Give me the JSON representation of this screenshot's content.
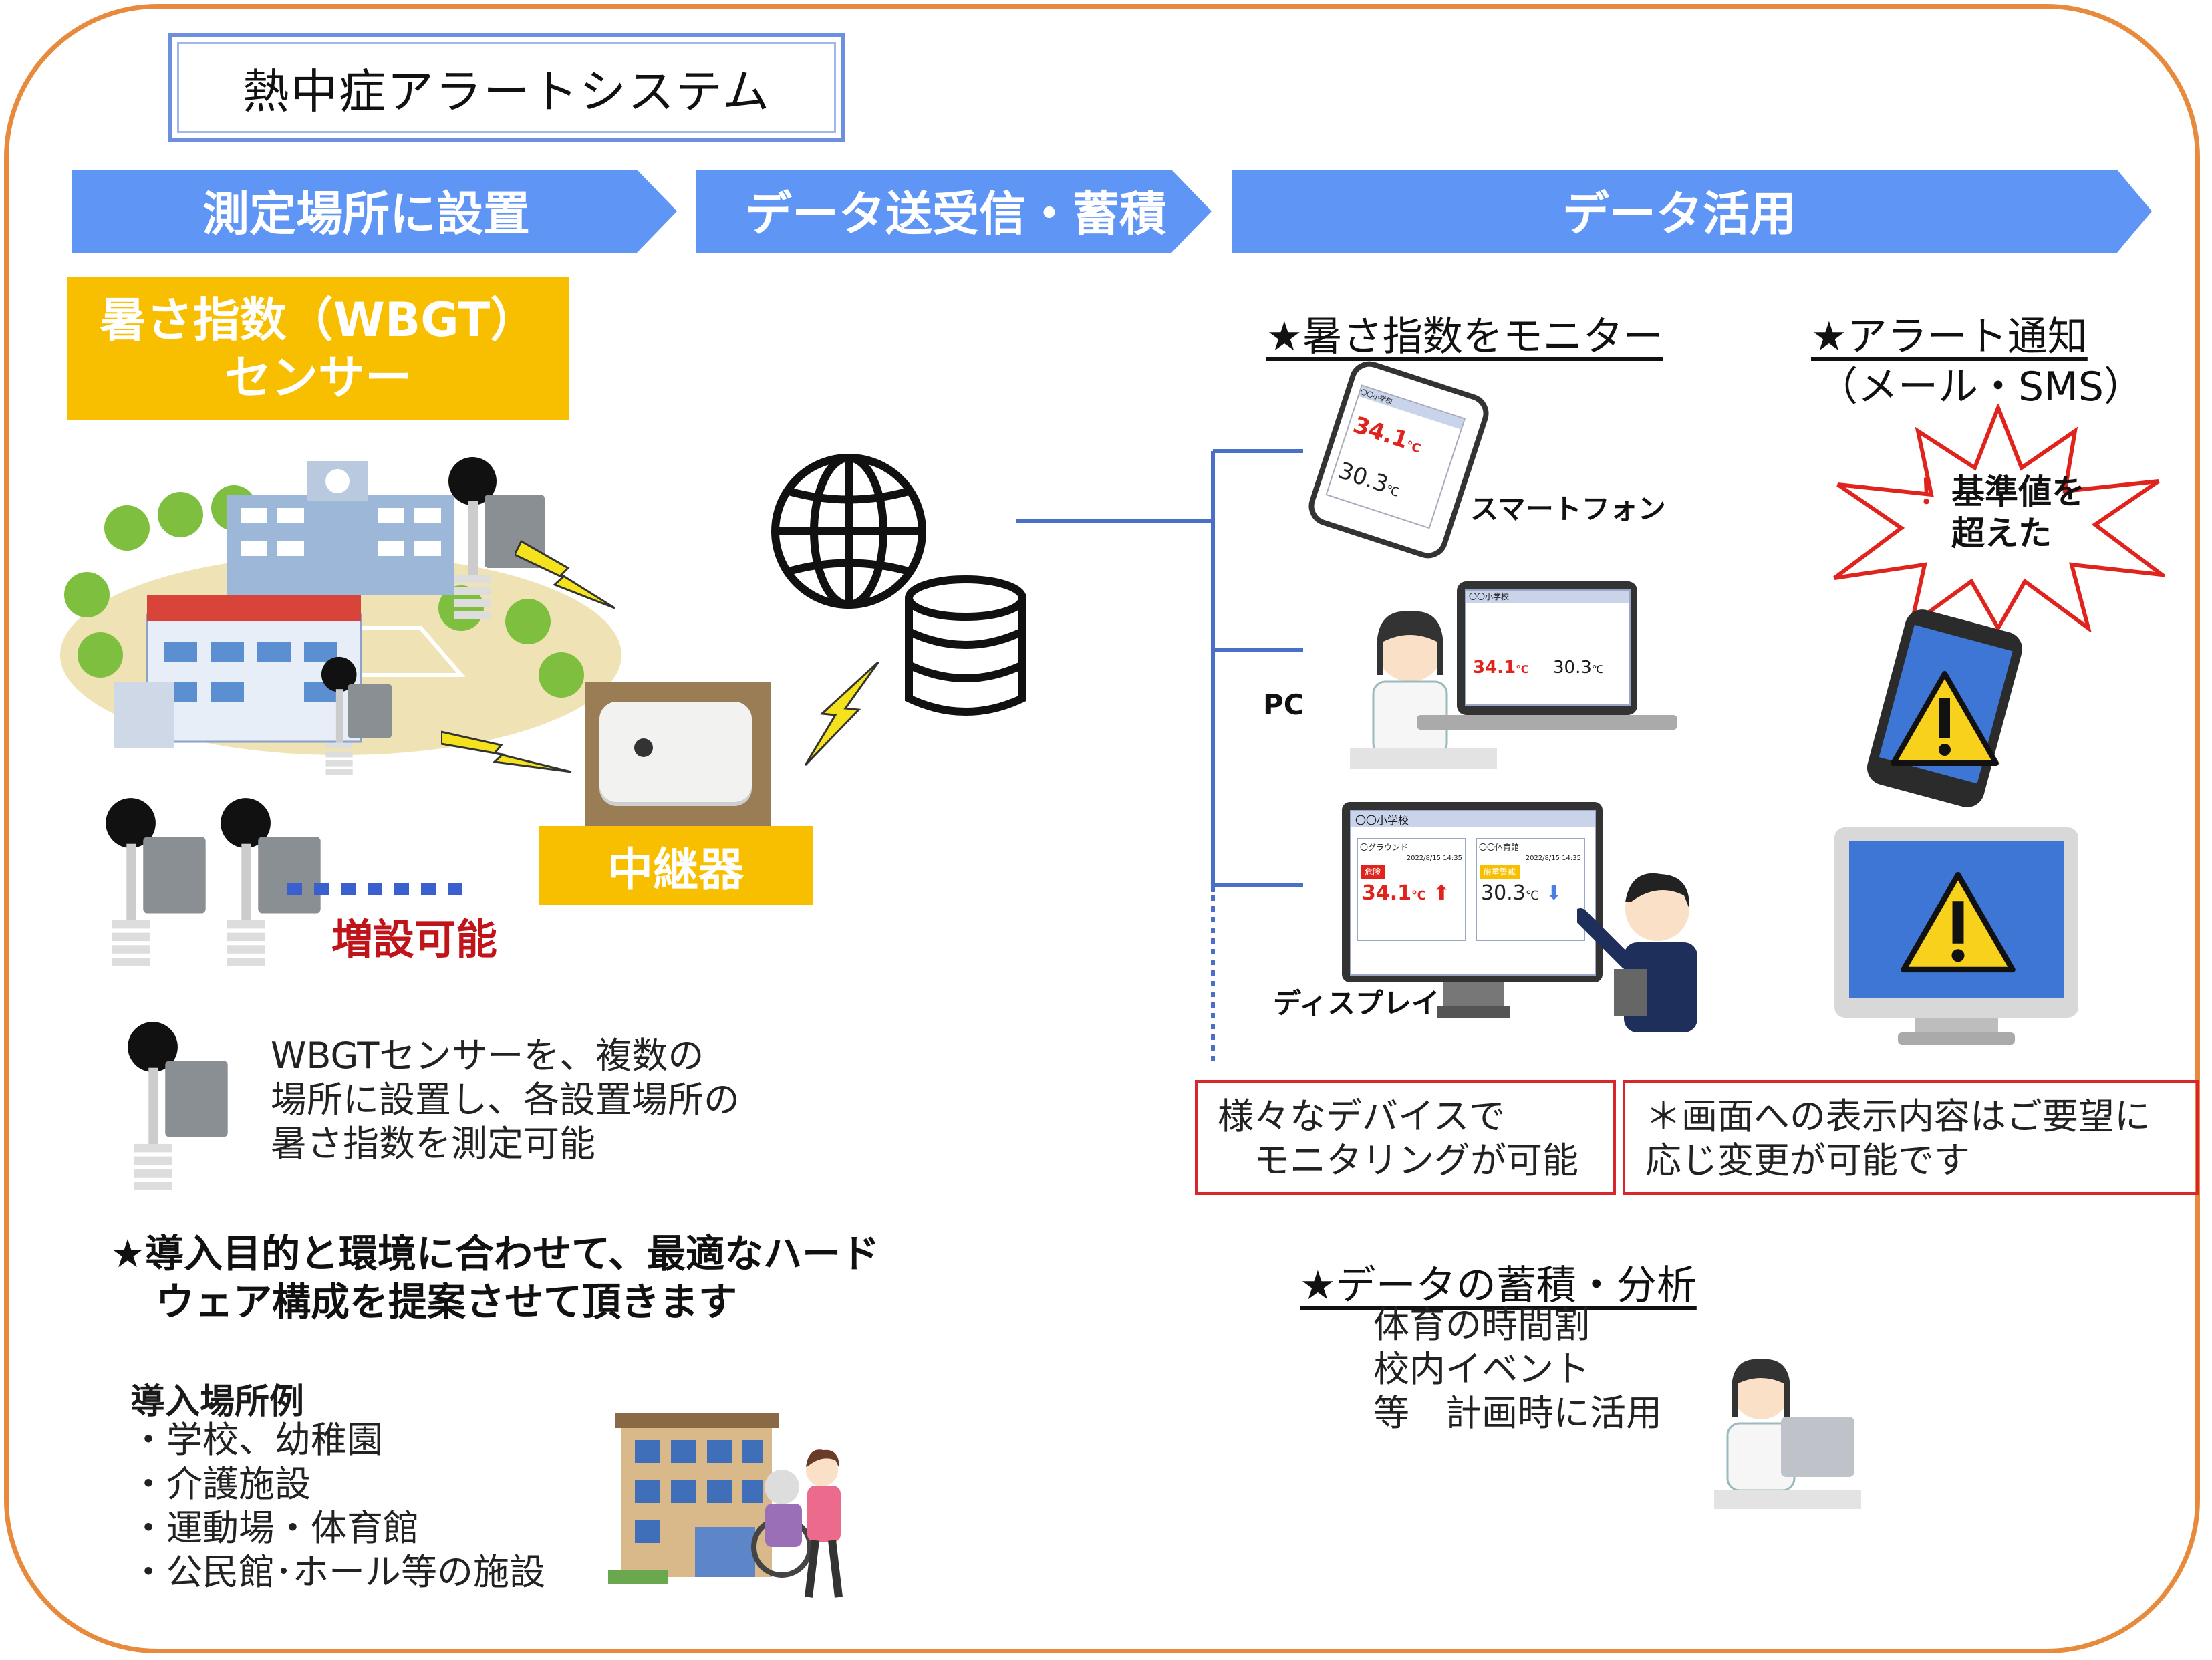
{
  "title": "熱中症アラートシステム",
  "steps": [
    "測定場所に設置",
    "データ送受信・蓄積",
    "データ活用"
  ],
  "sensor_box": {
    "line1": "暑さ指数（WBGT）",
    "line2": "センサー"
  },
  "relay_label": "中継器",
  "expand_label": "増設可能",
  "sensor_desc": [
    "WBGTセンサーを、複数の",
    "場所に設置し、各設置場所の",
    "暑さ指数を測定可能"
  ],
  "proposal": [
    "★導入目的と環境に合わせて、最適なハード",
    "ウェア構成を提案させて頂きます"
  ],
  "examples": {
    "heading": "導入場所例",
    "items": [
      "・学校、幼稚園",
      "・介護施設",
      "・運動場・体育館",
      "・公民館･ホール等の施設"
    ]
  },
  "monitor": {
    "heading": "★暑さ指数をモニター",
    "devices": [
      "スマートフォン",
      "PC",
      "ディスプレイ"
    ]
  },
  "alert": {
    "heading1": "★アラート通知",
    "heading2": "（メール・SMS）",
    "burst_mark": "！",
    "burst_line1": "基準値を",
    "burst_line2": "超えた"
  },
  "screen": {
    "school": "〇〇小学校",
    "loc1": "〇グラウンド",
    "loc2": "〇〇体育館",
    "date": "2022/8/15 14:35",
    "badge1": "危険",
    "badge2": "厳重警戒",
    "temp1": "34.1",
    "temp2": "30.3",
    "unit": "℃"
  },
  "notes": [
    [
      "様々なデバイスで",
      "　モニタリングが可能"
    ],
    [
      "＊画面への表示内容はご要望に",
      "応じ変更が可能です"
    ]
  ],
  "analysis": {
    "heading": "★データの蓄積・分析",
    "items": [
      "体育の時間割",
      "校内イベント",
      "等　計画時に活用"
    ]
  },
  "colors": {
    "frame": "#e88a3c",
    "arrow": "#5f95f5",
    "yellow": "#f7bf00",
    "red": "#c0141b",
    "line": "#4a6fc9"
  }
}
